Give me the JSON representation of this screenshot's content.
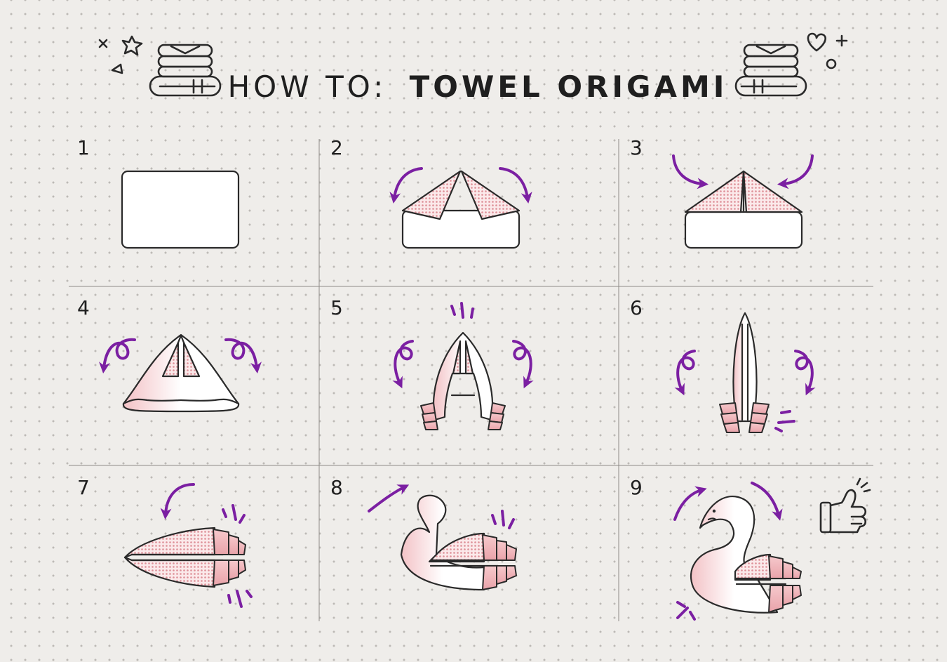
{
  "title": {
    "prefix": "HOW TO:",
    "main": "TOWEL ORIGAMI"
  },
  "steps": [
    {
      "number": "1"
    },
    {
      "number": "2"
    },
    {
      "number": "3"
    },
    {
      "number": "4"
    },
    {
      "number": "5"
    },
    {
      "number": "6"
    },
    {
      "number": "7"
    },
    {
      "number": "8"
    },
    {
      "number": "9"
    }
  ],
  "colors": {
    "background": "#efedea",
    "arrow": "#7b1fa2",
    "accent_pink": "#f0b8bd",
    "outline": "#2a2a2a"
  },
  "icons": [
    "towel-stack-icon",
    "sparkle-icon",
    "heart-icon",
    "thumbs-up-icon",
    "arrow-icon"
  ]
}
